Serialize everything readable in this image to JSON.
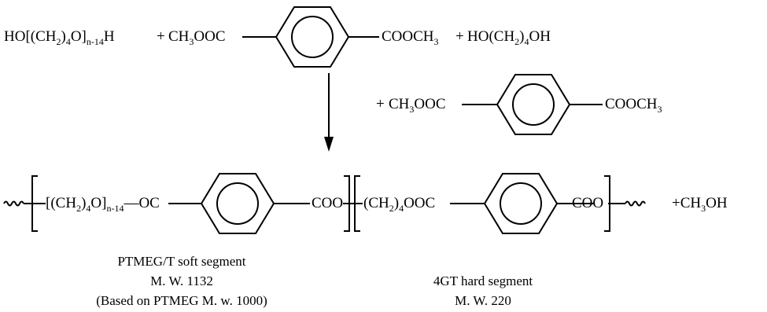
{
  "colors": {
    "ink": "#000000",
    "background": "#ffffff"
  },
  "reaction": {
    "line1": {
      "reactant_a": {
        "pre": "HO[(CH",
        "s1": "2",
        "mid": ")",
        "s2": "4",
        "post": "O]",
        "s3": "n-14",
        "end": "H"
      },
      "plus1": "+",
      "dmt_left": {
        "pre": "CH",
        "s1": "3",
        "post": "OOC"
      },
      "dmt_right": {
        "pre": "COOCH",
        "s1": "3"
      },
      "plus2": "+",
      "bdo": {
        "pre": "HO(CH",
        "s1": "2",
        "mid": ")",
        "s2": "4",
        "post": "OH"
      }
    },
    "line2": {
      "plus": "+",
      "dmt_left": {
        "pre": "CH",
        "s1": "3",
        "post": "OOC"
      },
      "dmt_right": {
        "pre": "COOCH",
        "s1": "3"
      }
    },
    "product": {
      "soft_chain": {
        "pre": "[(CH",
        "s1": "2",
        "mid": ")",
        "s2": "4",
        "post": "O]",
        "s3": "n-14",
        "end": "—OC"
      },
      "coo1": "COO",
      "hard_chain": {
        "pre": "(CH",
        "s1": "2",
        "mid": ")",
        "s2": "4",
        "post": "OOC"
      },
      "coo2": "COO",
      "methanol": {
        "pre": "+CH",
        "s1": "3",
        "post": "OH"
      }
    },
    "soft_segment": {
      "name": "PTMEG/T soft segment",
      "mw": "M. W. 1132",
      "basis": "(Based on PTMEG M. w. 1000)"
    },
    "hard_segment": {
      "name": "4GT hard segment",
      "mw": "M. W. 220"
    }
  }
}
